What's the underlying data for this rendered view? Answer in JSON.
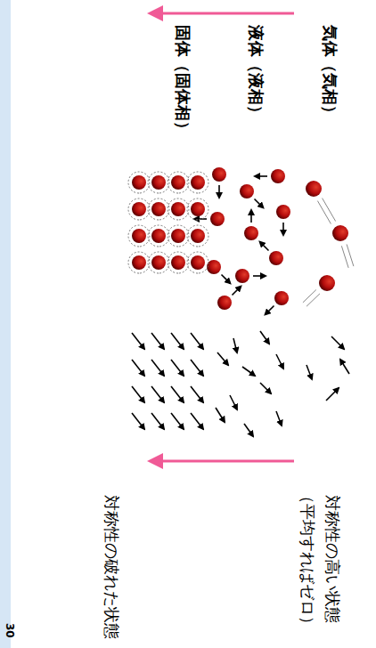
{
  "diagram": {
    "labels": [
      "気体（気相）",
      "液体（液相）",
      "固体（固体相）",
      "対称性の高い状態",
      "（平均すればゼロ）",
      "対称性の破れた状態",
      "30"
    ]
  }
}
